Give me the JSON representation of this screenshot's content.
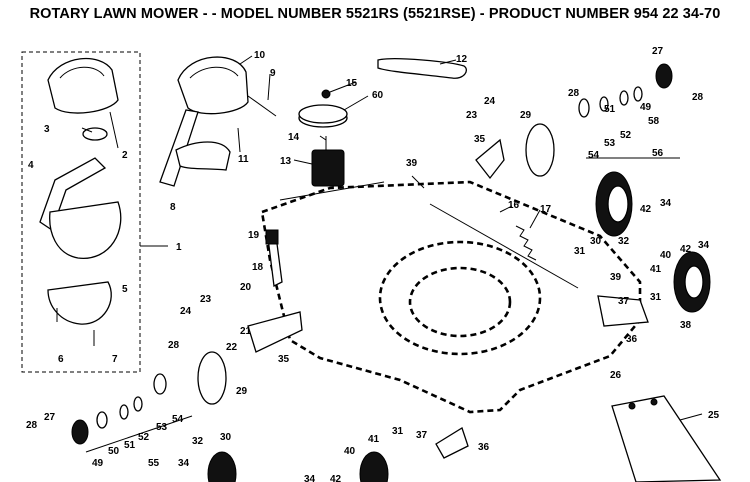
{
  "title": "ROTARY LAWN MOWER - - MODEL NUMBER 5521RS (5521RSE) - PRODUCT NUMBER 954 22 34-70",
  "callouts": {
    "c1": "1",
    "c2": "2",
    "c3": "3",
    "c4": "4",
    "c5": "5",
    "c6": "6",
    "c7": "7",
    "c8": "8",
    "c9": "9",
    "c10": "10",
    "c11": "11",
    "c12": "12",
    "c13": "13",
    "c14": "14",
    "c15": "15",
    "c16": "16",
    "c17": "17",
    "c18": "18",
    "c19": "19",
    "c20": "20",
    "c21": "21",
    "c22": "22",
    "c23a": "23",
    "c23b": "23",
    "c24a": "24",
    "c24b": "24",
    "c25": "25",
    "c26": "26",
    "c27a": "27",
    "c27b": "27",
    "c28a": "28",
    "c28b": "28",
    "c28c": "28",
    "c28d": "28",
    "c29a": "29",
    "c29b": "29",
    "c30a": "30",
    "c30b": "30",
    "c31a": "31",
    "c31b": "31",
    "c31c": "31",
    "c32a": "32",
    "c32b": "32",
    "c34a": "34",
    "c34b": "34",
    "c34c": "34",
    "c34d": "34",
    "c35a": "35",
    "c35b": "35",
    "c36a": "36",
    "c36b": "36",
    "c37a": "37",
    "c37b": "37",
    "c38": "38",
    "c39a": "39",
    "c39b": "39",
    "c40a": "40",
    "c40b": "40",
    "c41a": "41",
    "c41b": "41",
    "c42a": "42",
    "c42b": "42",
    "c42c": "42",
    "c49a": "49",
    "c49b": "49",
    "c50": "50",
    "c51a": "51",
    "c51b": "51",
    "c52a": "52",
    "c52b": "52",
    "c53a": "53",
    "c53b": "53",
    "c54a": "54",
    "c54b": "54",
    "c55": "55",
    "c56": "56",
    "c58": "58",
    "c60": "60"
  }
}
